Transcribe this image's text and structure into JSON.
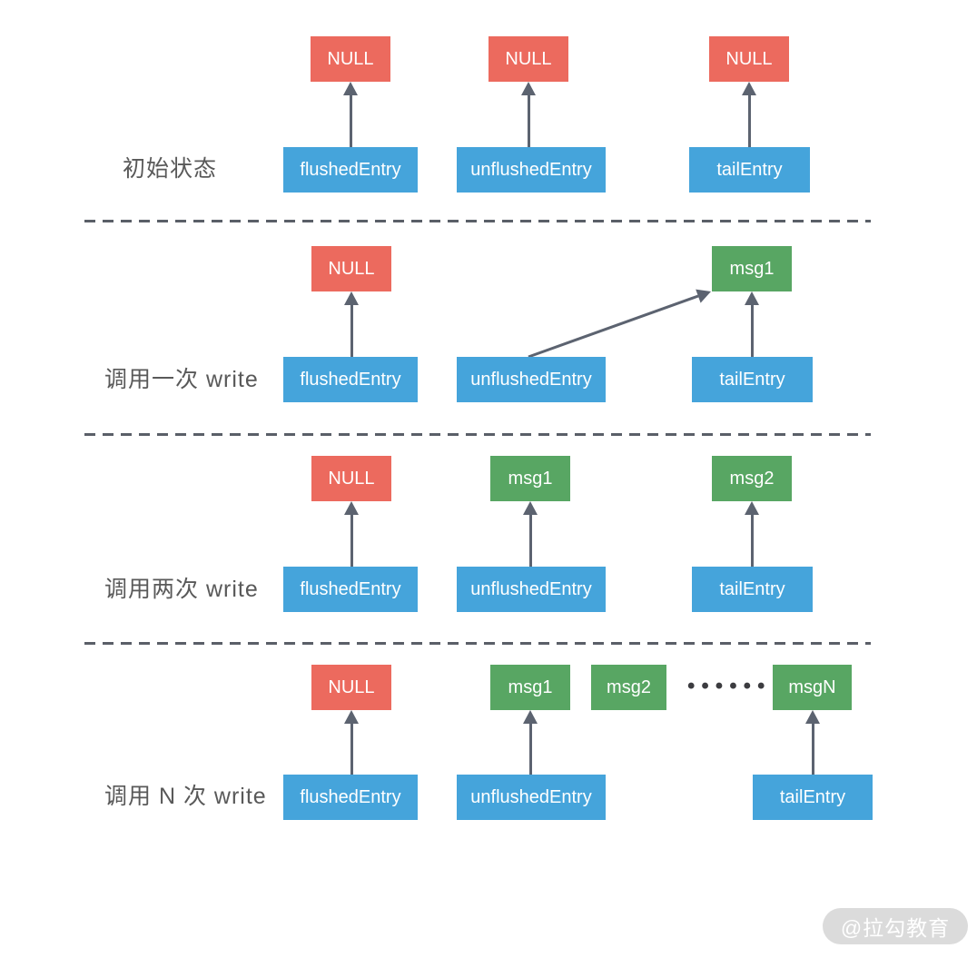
{
  "diagram_title": "ChannelOutboundBuffer pointer states",
  "palette": {
    "null_box": "#EC6A5E",
    "entry_box": "#45A4DB",
    "msg_box": "#58A663",
    "arrow": "#5C6370",
    "dashed_line": "#5A5F68",
    "label_text": "#595959",
    "dots": "#3C3C40",
    "watermark_bg": "#DBDBDB",
    "watermark_text": "#FFFFFF"
  },
  "rows": [
    {
      "label": "初始状态",
      "boxes": {
        "null1": "NULL",
        "null2": "NULL",
        "null3": "NULL",
        "flushed": "flushedEntry",
        "unflushed": "unflushedEntry",
        "tail": "tailEntry"
      }
    },
    {
      "label": "调用一次 write",
      "boxes": {
        "null1": "NULL",
        "msg1": "msg1",
        "flushed": "flushedEntry",
        "unflushed": "unflushedEntry",
        "tail": "tailEntry"
      }
    },
    {
      "label": "调用两次 write",
      "boxes": {
        "null1": "NULL",
        "msg1": "msg1",
        "msg2": "msg2",
        "flushed": "flushedEntry",
        "unflushed": "unflushedEntry",
        "tail": "tailEntry"
      }
    },
    {
      "label": "调用 N 次 write",
      "boxes": {
        "null1": "NULL",
        "msg1": "msg1",
        "msg2": "msg2",
        "dots": "••••••",
        "msgN": "msgN",
        "flushed": "flushedEntry",
        "unflushed": "unflushedEntry",
        "tail": "tailEntry"
      }
    }
  ],
  "watermark": {
    "text": "@拉勾教育"
  }
}
